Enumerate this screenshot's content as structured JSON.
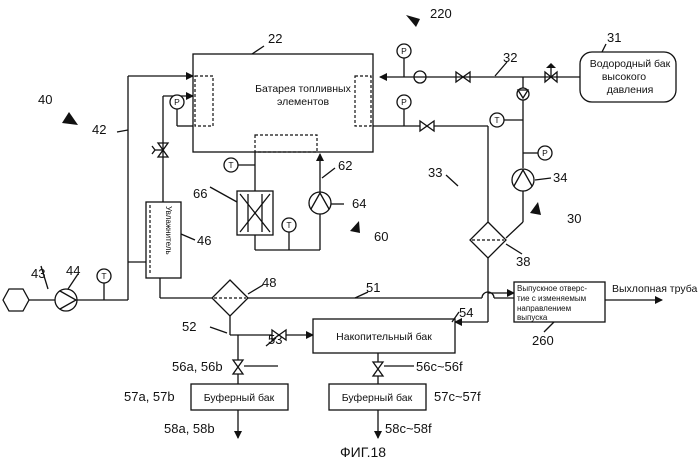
{
  "caption": "ФИГ.18",
  "components": {
    "fuel_cell": "Батарея топливных элементов",
    "fuel_cell_line1": "Батарея топливных",
    "fuel_cell_line2": "элементов",
    "hydrogen_tank_line1": "Водородный бак",
    "hydrogen_tank_line2": "высокого",
    "hydrogen_tank_line3": "давления",
    "humidifier": "Увлажнитель",
    "storage_tank": "Накопительный бак",
    "buffer_tank_left": "Буферный бак",
    "buffer_tank_right": "Буферный бак",
    "outlet_line1": "Выпускное отверс-",
    "outlet_line2": "тие с изменяемым",
    "outlet_line3": "направлением",
    "outlet_line4": "выпуска",
    "exhaust_pipe": "Выхлопная труба"
  },
  "sensor_labels": {
    "pressure": "P",
    "temperature": "T"
  },
  "reference_numerals": {
    "n220": "220",
    "n22": "22",
    "n31": "31",
    "n32": "32",
    "n40": "40",
    "n42": "42",
    "n43": "43",
    "n44": "44",
    "n46": "46",
    "n48": "48",
    "n51": "51",
    "n52": "52",
    "n53": "53",
    "n54": "54",
    "n56ab": "56a, 56b",
    "n56cf": "56c~56f",
    "n57ab": "57a, 57b",
    "n57cf": "57c~57f",
    "n58ab": "58a, 58b",
    "n58cf": "58c~58f",
    "n60": "60",
    "n62": "62",
    "n64": "64",
    "n66": "66",
    "n33": "33",
    "n34": "34",
    "n30": "30",
    "n38": "38",
    "n260": "260"
  }
}
